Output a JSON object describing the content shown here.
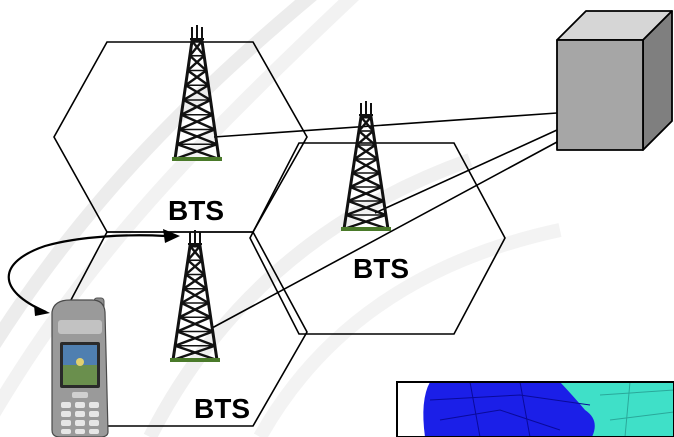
{
  "diagram": {
    "cells": [
      {
        "id": "cell-top-left",
        "label": "BTS"
      },
      {
        "id": "cell-right",
        "label": "BTS"
      },
      {
        "id": "cell-bottom",
        "label": "BTS"
      }
    ],
    "colors": {
      "line": "#000000",
      "tower": "#111111",
      "controller_front": "#a6a6a6",
      "controller_top": "#d6d6d6",
      "controller_side": "#7f7f7f",
      "map_blue": "#1b1fe8",
      "map_teal": "#3fe0c8",
      "watermark": "#e9e9e9"
    }
  }
}
